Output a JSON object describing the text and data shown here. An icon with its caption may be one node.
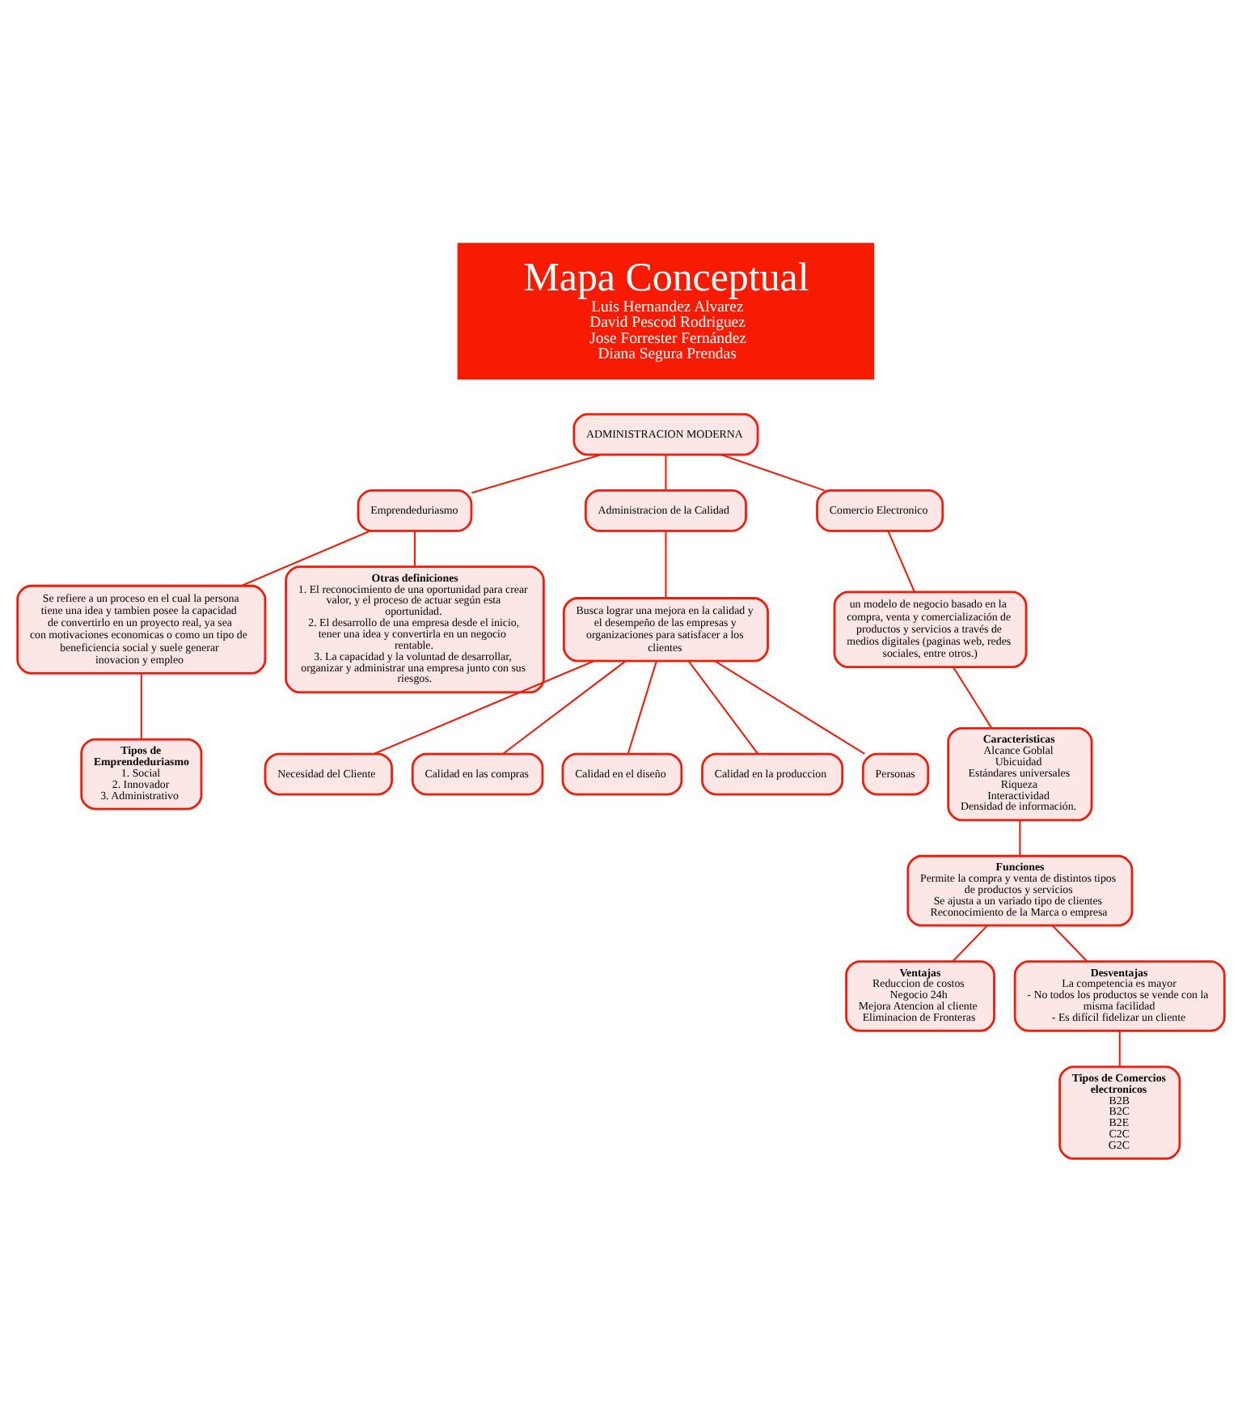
{
  "diagram": {
    "nodes": [
      {
        "text": [
          "Mapa Conceptual",
          "Luis Hernandez Alvarez",
          "David Pescod Rodriguez",
          "Jose Forrester Fernández",
          "Diana Segura Prendas"
        ]
      },
      {
        "text": [
          "ADMINISTRACION MODERNA"
        ]
      },
      {
        "text": [
          "Emprendeduriasmo"
        ]
      },
      {
        "text": [
          "Administracion de la Calidad"
        ]
      },
      {
        "text": [
          "Comercio Electronico"
        ]
      },
      {
        "text": [
          "Se refiere a un proceso en el cual la persona tiene una idea y tambien posee la capacidad de convertirlo en un proyecto real, ya sea con motivaciones economicas o como un tipo de beneficiencia social y suele generar inovacion y empleo"
        ]
      },
      {
        "text": [
          "Otras definiciones",
          "1. El reconocimiento de una oportunidad para crear valor, y el proceso de actuar según esta oportunidad.",
          "2. El desarrollo de una empresa desde el inicio, tener una idea y convertirla en un negocio rentable.",
          "3. La capacidad y la voluntad de desarrollar, organizar y administrar una empresa junto con sus riesgos."
        ]
      },
      {
        "text": [
          "Tipos de Emprendeduriasmo",
          "1. Social",
          "2. Innovador",
          "3. Administrativo"
        ]
      },
      {
        "text": [
          "Busca lograr una mejora en la calidad y el desempeño de las empresas y organizaciones para satisfacer a los clientes"
        ]
      },
      {
        "text": [
          "Necesidad del Cliente"
        ]
      },
      {
        "text": [
          "Calidad en las compras"
        ]
      },
      {
        "text": [
          "Calidad en el diseño"
        ]
      },
      {
        "text": [
          "Calidad en la produccion"
        ]
      },
      {
        "text": [
          "Personas"
        ]
      },
      {
        "text": [
          "un modelo de negocio basado en la compra, venta y comercialización de productos y servicios a través de medios digitales (paginas web, redes sociales, entre otros.)"
        ]
      },
      {
        "text": [
          "Caracteristicas",
          "Alcance Goblal",
          "Ubicuidad",
          "Estándares universales",
          "Riqueza",
          "Interactividad",
          "Densidad de información."
        ]
      },
      {
        "text": [
          "Funciones",
          "Permite la compra y venta de distintos tipos de productos y servicios",
          "Se ajusta a un variado tipo de clientes",
          "Reconocimiento de la Marca o empresa"
        ]
      },
      {
        "text": [
          "Ventajas",
          "Reduccion de costos",
          "Negocio 24h",
          "Mejora Atencion al cliente",
          "Eliminacion de Fronteras"
        ]
      },
      {
        "text": [
          "Desventajas",
          "La competencia es mayor",
          "- No todos los productos se vende con la misma facilidad",
          "- Es difícil fidelizar un cliente"
        ]
      },
      {
        "text": [
          "Tipos de Comercios electronicos",
          "B2B",
          "B2C",
          "B2E",
          "C2C",
          "G2C"
        ]
      }
    ],
    "edges": [
      {
        "from": 1,
        "to": 2,
        "arrow": "none"
      },
      {
        "from": 1,
        "to": 3,
        "arrow": "none"
      },
      {
        "from": 1,
        "to": 4,
        "arrow": "none"
      },
      {
        "from": 2,
        "to": 5,
        "arrow": "none"
      },
      {
        "from": 2,
        "to": 6,
        "arrow": "none"
      },
      {
        "from": 5,
        "to": 7,
        "arrow": "none"
      },
      {
        "from": 3,
        "to": 8,
        "arrow": "none"
      },
      {
        "from": 8,
        "to": 9,
        "arrow": "none"
      },
      {
        "from": 8,
        "to": 10,
        "arrow": "none"
      },
      {
        "from": 8,
        "to": 11,
        "arrow": "none"
      },
      {
        "from": 8,
        "to": 12,
        "arrow": "none"
      },
      {
        "from": 8,
        "to": 13,
        "arrow": "none"
      },
      {
        "from": 4,
        "to": 14,
        "arrow": "none"
      },
      {
        "from": 14,
        "to": 15,
        "arrow": "none"
      },
      {
        "from": 15,
        "to": 16,
        "arrow": "none"
      },
      {
        "from": 16,
        "to": 17,
        "arrow": "none"
      },
      {
        "from": 16,
        "to": 18,
        "arrow": "none"
      },
      {
        "from": 18,
        "to": 19,
        "arrow": "none"
      }
    ]
  }
}
